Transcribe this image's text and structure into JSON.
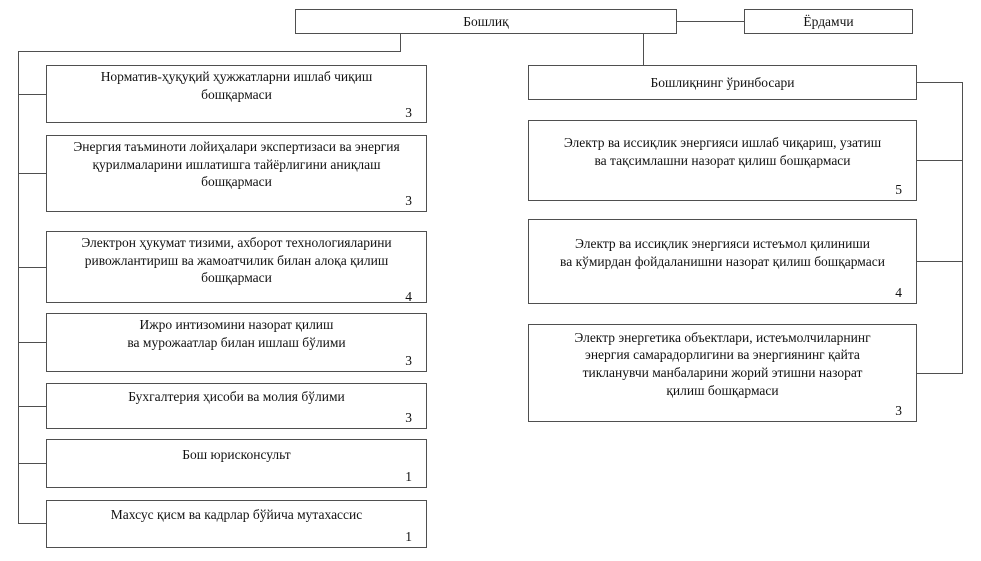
{
  "org": {
    "top": {
      "chief": "Бошлиқ",
      "assistant": "Ёрдамчи",
      "deputy": "Бошлиқнинг ўринбосари"
    },
    "left_column": [
      {
        "title": "Норматив-ҳуқуқий ҳужжатларни ишлаб чиқиш\nбошқармаси",
        "count": "3"
      },
      {
        "title": "Энергия таъминоти лойиҳалари экспертизаси ва энергия\nқурилмаларини ишлатишга тайёрлигини аниқлаш\nбошқармаси",
        "count": "3"
      },
      {
        "title": "Электрон ҳукумат тизими, ахборот технологияларини\nривожлантириш ва жамоатчилик билан алоқа қилиш\nбошқармаси",
        "count": "4"
      },
      {
        "title": "Ижро интизомини назорат қилиш\nва мурожаатлар билан ишлаш бўлими",
        "count": "3"
      },
      {
        "title": "Бухгалтерия ҳисоби ва молия бўлими",
        "count": "3"
      },
      {
        "title": "Бош юрисконсульт",
        "count": "1"
      },
      {
        "title": "Махсус қисм ва кадрлар бўйича мутахассис",
        "count": "1"
      }
    ],
    "right_column": [
      {
        "title": "Электр ва иссиқлик энергияси ишлаб чиқариш, узатиш\nва тақсимлашни назорат қилиш бошқармаси",
        "count": "5"
      },
      {
        "title": "Электр ва иссиқлик энергияси истеъмол қилиниши\nва кўмирдан фойдаланишни назорат қилиш бошқармаси",
        "count": "4"
      },
      {
        "title": "Электр энергетика объектлари, истеъмолчиларнинг\nэнергия самарадорлигини ва энергиянинг қайта\nтикланувчи манбаларини жорий этишни назорат\nқилиш бошқармаси",
        "count": "3"
      }
    ],
    "colors": {
      "line": "#4f4f4f",
      "border": "#4f4f4f",
      "background": "#ffffff",
      "text": "#111111"
    }
  }
}
